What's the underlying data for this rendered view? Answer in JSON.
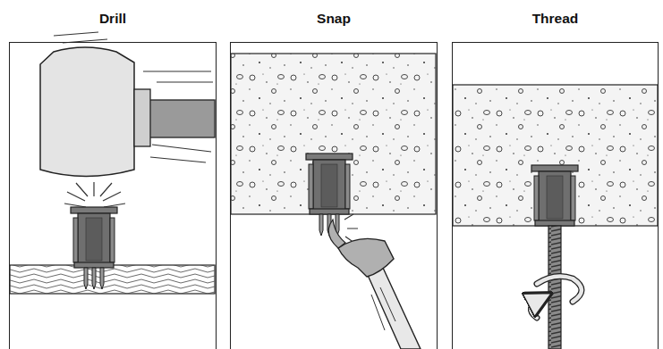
{
  "diagram": {
    "nodes": [
      {
        "text": [
          "Drill"
        ]
      },
      {
        "text": [
          "Snap"
        ]
      },
      {
        "text": [
          "Thread"
        ]
      }
    ]
  }
}
